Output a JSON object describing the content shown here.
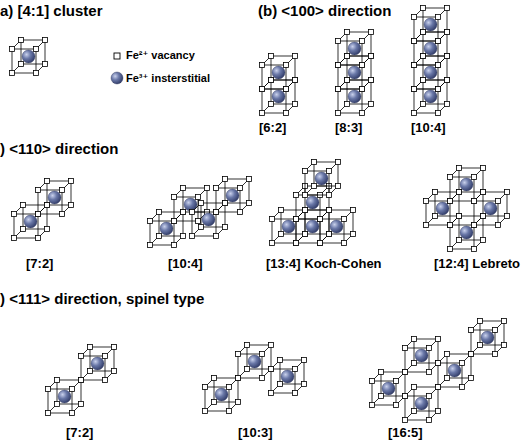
{
  "diagram": {
    "labels": [
      "a) [4:1] cluster",
      "(b) <100> direction",
      "[6:2]",
      "[8:3]",
      "[10:4]",
      ") <110> direction",
      "[7:2]",
      "[10:4]",
      "[13:4] Koch-Cohen",
      "[12:4] Lebreto",
      ") <111> direction, spinel type",
      "[7:2]",
      "[10:3]",
      "[16:5]"
    ],
    "legend": [
      {
        "text": "Fe²⁺ vacancy"
      },
      {
        "text": "Fe³⁺ insterstitial"
      }
    ]
  }
}
